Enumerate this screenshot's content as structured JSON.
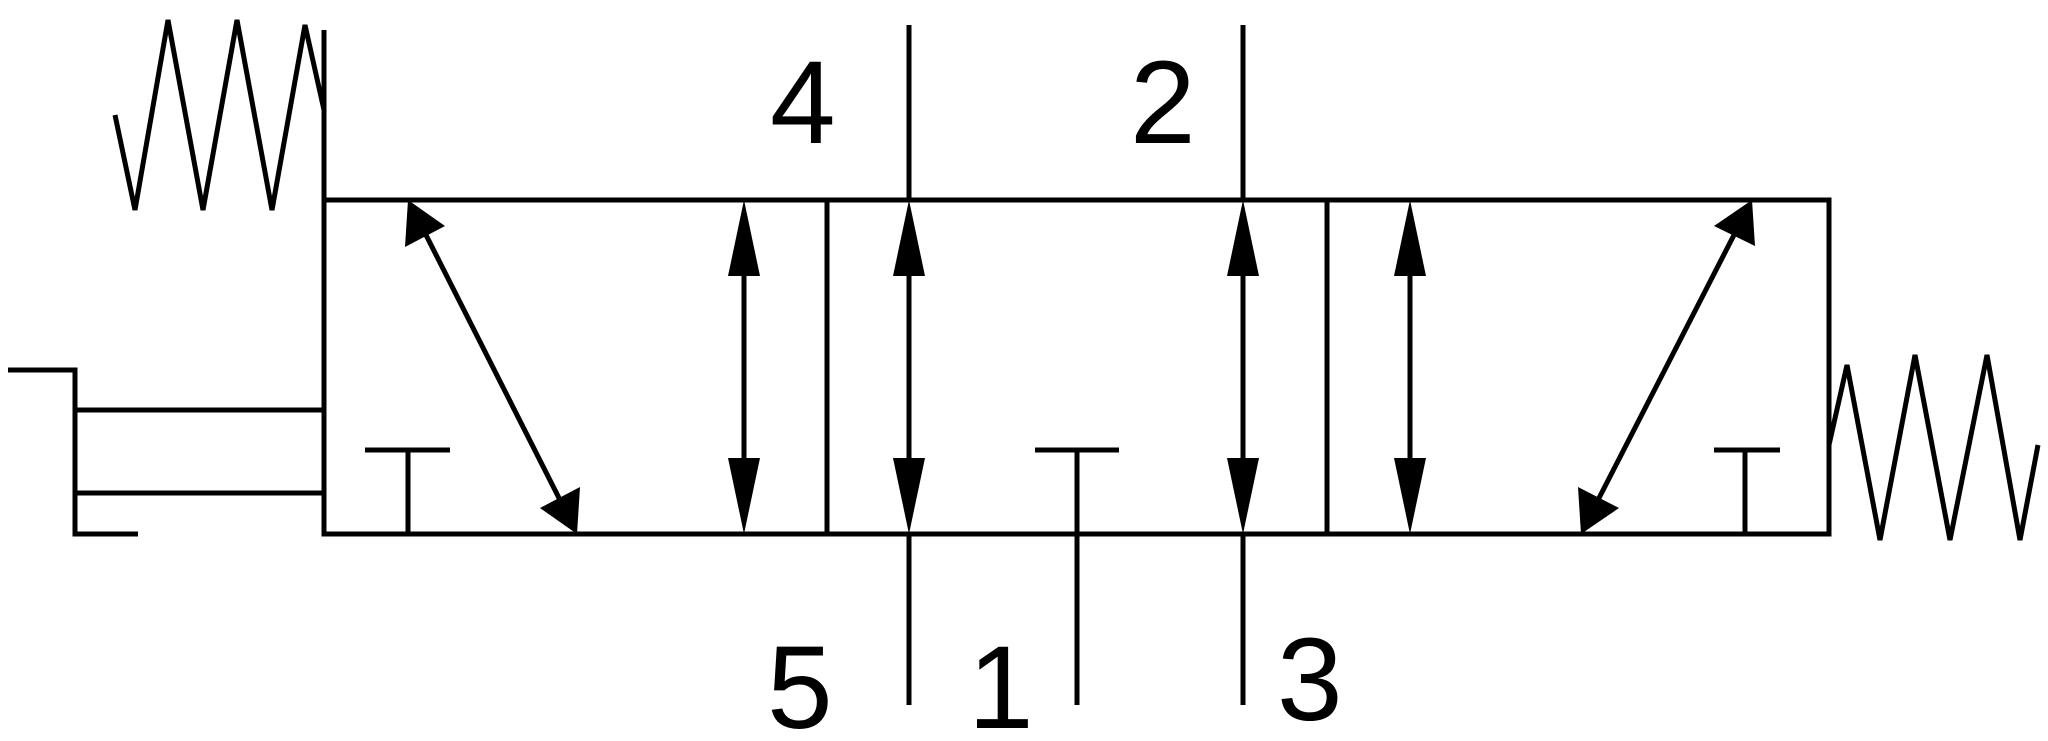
{
  "diagram": {
    "ports": {
      "port_4": "4",
      "port_2": "2",
      "port_5": "5",
      "port_1": "1",
      "port_3": "3"
    }
  }
}
